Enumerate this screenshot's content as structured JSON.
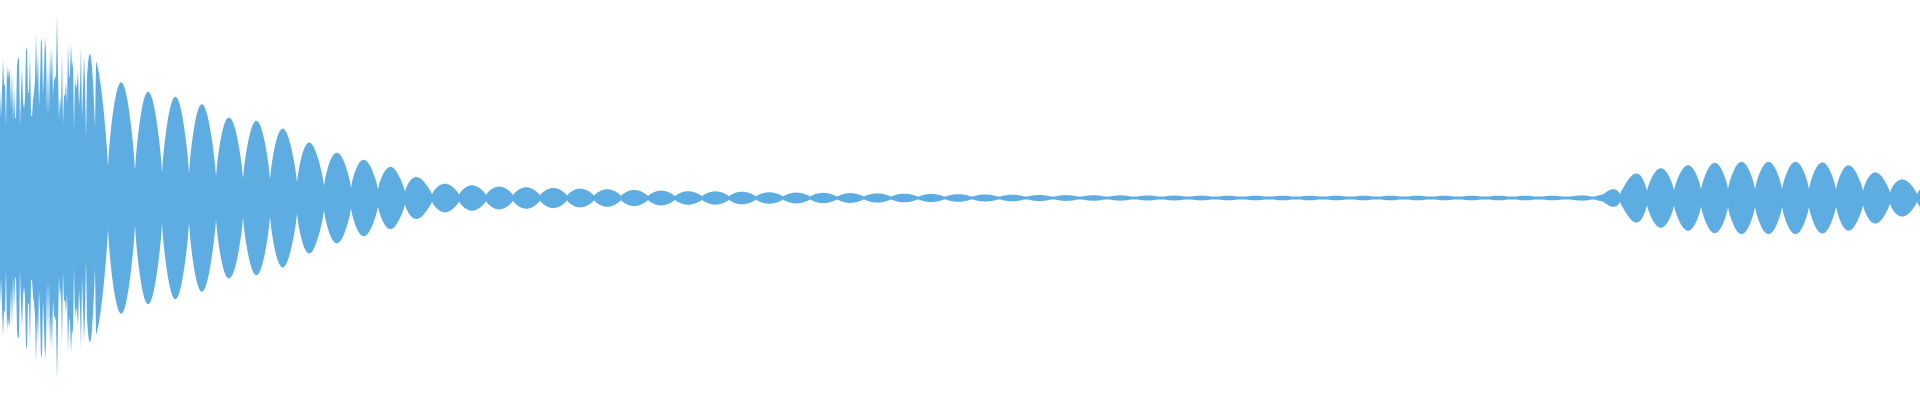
{
  "waveform": {
    "color": "#5dade2",
    "background": "#ffffff",
    "envelope": [
      [
        0,
        0.72
      ],
      [
        0.015,
        0.85
      ],
      [
        0.03,
        1.0
      ],
      [
        0.045,
        0.78
      ],
      [
        0.06,
        0.62
      ],
      [
        0.08,
        0.55
      ],
      [
        0.1,
        0.52
      ],
      [
        0.12,
        0.42
      ],
      [
        0.14,
        0.4
      ],
      [
        0.155,
        0.33
      ],
      [
        0.165,
        0.27
      ],
      [
        0.175,
        0.24
      ],
      [
        0.19,
        0.2
      ],
      [
        0.205,
        0.16
      ],
      [
        0.215,
        0.12
      ],
      [
        0.225,
        0.08
      ],
      [
        0.24,
        0.07
      ],
      [
        0.26,
        0.06
      ],
      [
        0.28,
        0.055
      ],
      [
        0.3,
        0.05
      ],
      [
        0.32,
        0.045
      ],
      [
        0.34,
        0.04
      ],
      [
        0.36,
        0.035
      ],
      [
        0.38,
        0.035
      ],
      [
        0.4,
        0.03
      ],
      [
        0.42,
        0.028
      ],
      [
        0.44,
        0.026
      ],
      [
        0.46,
        0.024
      ],
      [
        0.48,
        0.022
      ],
      [
        0.5,
        0.02
      ],
      [
        0.52,
        0.018
      ],
      [
        0.54,
        0.016
      ],
      [
        0.56,
        0.015
      ],
      [
        0.58,
        0.014
      ],
      [
        0.6,
        0.013
      ],
      [
        0.62,
        0.013
      ],
      [
        0.64,
        0.012
      ],
      [
        0.66,
        0.012
      ],
      [
        0.68,
        0.012
      ],
      [
        0.7,
        0.012
      ],
      [
        0.72,
        0.012
      ],
      [
        0.74,
        0.012
      ],
      [
        0.76,
        0.012
      ],
      [
        0.78,
        0.012
      ],
      [
        0.8,
        0.012
      ],
      [
        0.82,
        0.012
      ],
      [
        0.835,
        0.02
      ],
      [
        0.845,
        0.09
      ],
      [
        0.855,
        0.15
      ],
      [
        0.87,
        0.16
      ],
      [
        0.885,
        0.18
      ],
      [
        0.9,
        0.19
      ],
      [
        0.915,
        0.19
      ],
      [
        0.93,
        0.19
      ],
      [
        0.945,
        0.19
      ],
      [
        0.96,
        0.18
      ],
      [
        0.975,
        0.14
      ],
      [
        0.99,
        0.1
      ],
      [
        1.0,
        0.08
      ]
    ]
  }
}
